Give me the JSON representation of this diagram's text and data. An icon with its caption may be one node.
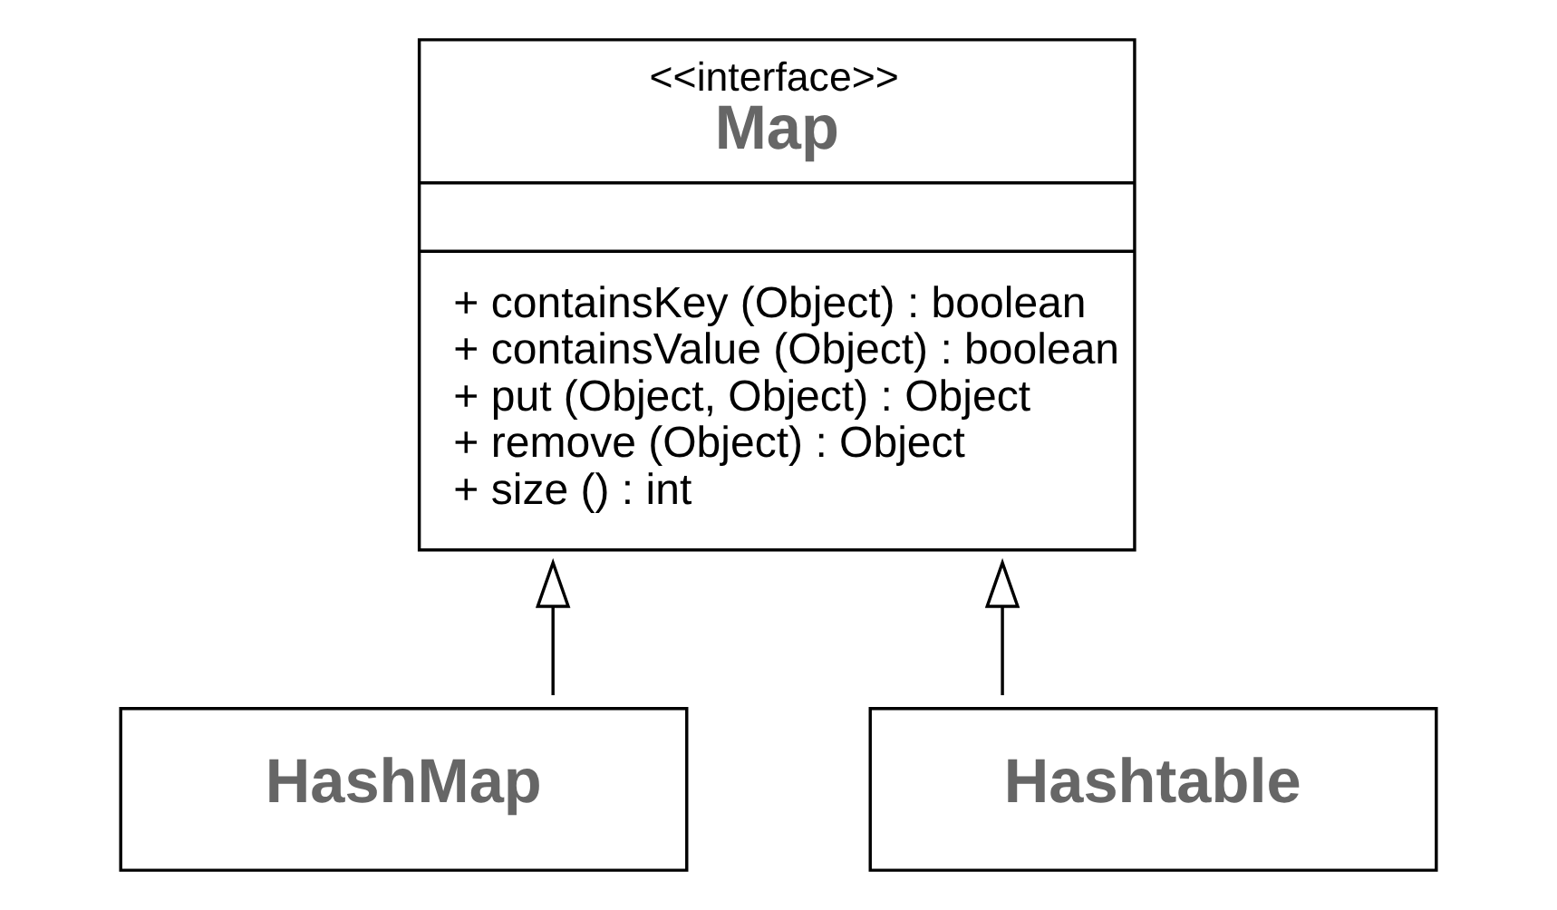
{
  "diagram": {
    "nodes": [
      {
        "text": [
          "<<interface>>",
          "Map",
          "+ containsKey (Object) : boolean",
          "+ containsValue (Object) : boolean",
          "+ put (Object, Object) : Object",
          "+ remove (Object) : Object",
          "+ size () : int"
        ]
      },
      {
        "text": [
          "HashMap"
        ]
      },
      {
        "text": [
          "Hashtable"
        ]
      }
    ],
    "edges": [
      {
        "from": 1,
        "to": 0,
        "arrow": "to"
      },
      {
        "from": 2,
        "to": 0,
        "arrow": "to"
      }
    ]
  }
}
